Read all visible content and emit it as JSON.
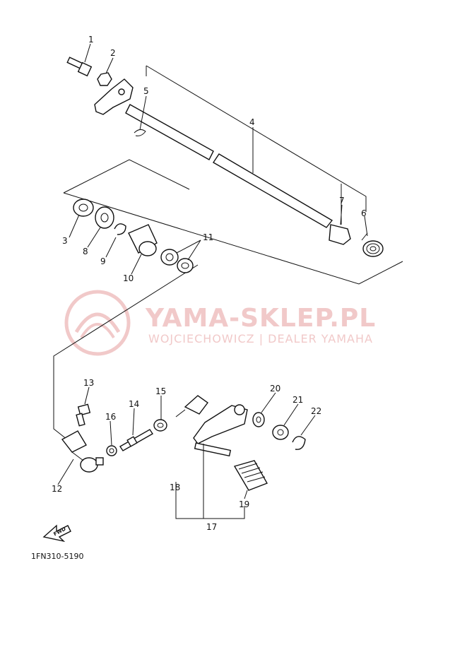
{
  "watermark": {
    "title": "YAMA-SKLEP.PL",
    "subtitle": "WOJCIECHOWICZ | DEALER YAMAHA"
  },
  "diagram_code": "1FN310-5190",
  "direction_label": "FWD",
  "callouts": {
    "c1": "1",
    "c2": "2",
    "c3": "3",
    "c4": "4",
    "c5": "5",
    "c6": "6",
    "c7": "7",
    "c8": "8",
    "c9": "9",
    "c10": "10",
    "c11": "11",
    "c12": "12",
    "c13": "13",
    "c14": "14",
    "c15": "15",
    "c16": "16",
    "c17": "17",
    "c18": "18",
    "c19": "19",
    "c20": "20",
    "c21": "21",
    "c22": "22"
  },
  "colors": {
    "ink": "#111111",
    "watermark": "#f1c9c9"
  }
}
